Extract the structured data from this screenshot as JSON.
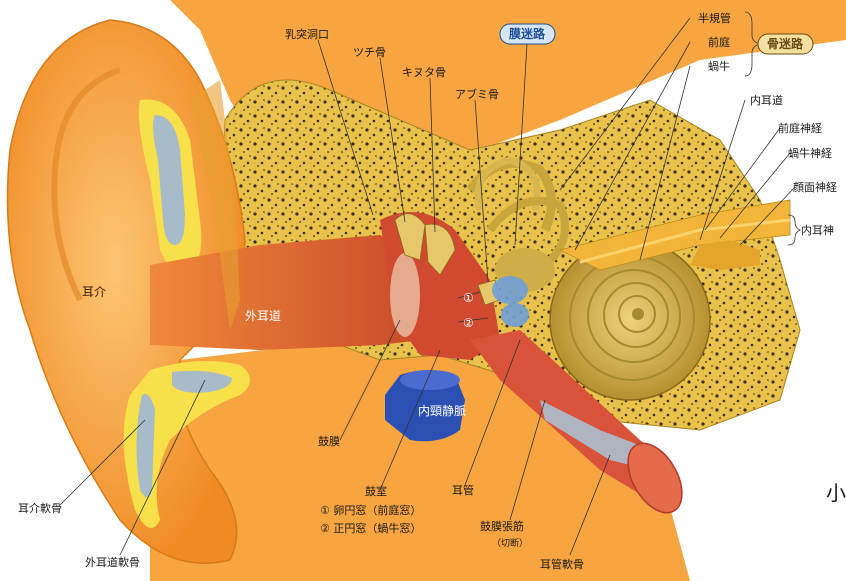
{
  "labels": {
    "auricle": "耳介",
    "external_canal": "外耳道",
    "mastoid_antrum": "乳突洞口",
    "malleus": "ツチ骨",
    "incus": "キヌタ骨",
    "stapes": "アブミ骨",
    "membranous_labyrinth": "膜迷路",
    "semicircular_canals": "半規管",
    "vestibule": "前庭",
    "cochlea": "蝸牛",
    "bony_labyrinth": "骨迷路",
    "internal_auditory_canal": "内耳道",
    "vestibular_nerve": "前庭神経",
    "cochlear_nerve": "蝸牛神経",
    "facial_nerve": "顔面神経",
    "inner_ear_nerve": "内耳神",
    "internal_jugular_vein": "内頸静脈",
    "tympanic_membrane": "鼓膜",
    "tympanic_cavity": "鼓室",
    "oval_window": "① 卵円窓（前庭窓）",
    "round_window": "② 正円窓（蝸牛窓）",
    "eustachian_tube": "耳管",
    "tensor_tympani": "鼓膜張筋",
    "tensor_tympani_note": "（切断）",
    "tube_cartilage": "耳管軟骨",
    "auricle_cartilage": "耳介軟骨",
    "canal_cartilage": "外耳道軟骨",
    "marker_1": "①",
    "marker_2": "②",
    "edge_char": "小"
  },
  "colors": {
    "skin": "#f7a13a",
    "skin_light": "#fbc46a",
    "bone": "#e8c24a",
    "bone_pores": "#4a3a1a",
    "canal": "#d9603a",
    "middle_ear": "#d14a30",
    "labyrinth": "#c9a63c",
    "nerve": "#f2b53a",
    "vein": "#2b4fb3",
    "cartilage": "#9cb0bf",
    "badge_membranous_bg": "#d6e6f5",
    "badge_membranous_fg": "#1f4f9a",
    "badge_bony_bg": "#f3dfa0",
    "badge_bony_fg": "#6b4a10"
  }
}
